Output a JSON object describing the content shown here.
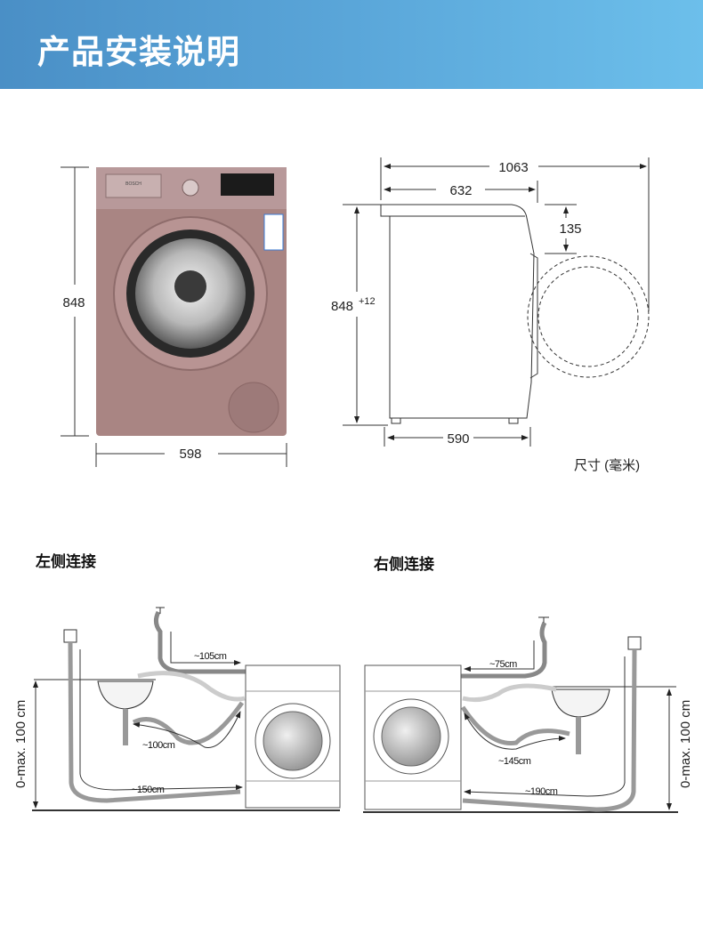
{
  "header": {
    "title": "产品安装说明"
  },
  "front_view": {
    "brand": "BOSCH",
    "height": "848",
    "width": "598",
    "colors": {
      "body": "#a88482",
      "door": "#8a6463"
    }
  },
  "side_view": {
    "total_depth": "1063",
    "depth": "632",
    "top_offset": "135",
    "height": "848",
    "height_tolerance": "+12",
    "foot_span": "590"
  },
  "unit_note": "尺寸 (毫米)",
  "left_connection": {
    "title": "左侧连接",
    "inlet": "~105cm",
    "drain": "~100cm",
    "power": "~150cm",
    "height": "0-max. 100 cm"
  },
  "right_connection": {
    "title": "右侧连接",
    "inlet": "~75cm",
    "drain": "~145cm",
    "power": "~190cm",
    "height": "0-max. 100 cm"
  }
}
